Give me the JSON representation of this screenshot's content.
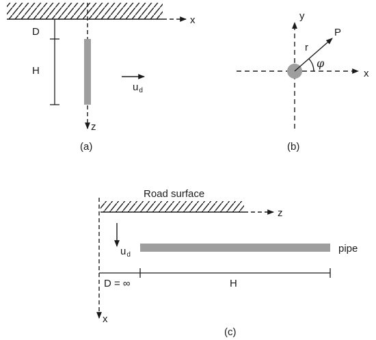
{
  "panel_a": {
    "caption": "(a)",
    "axis_x": "x",
    "axis_z": "z",
    "dim_D": "D",
    "dim_H": "H",
    "disp_u": "u",
    "disp_sub": "d"
  },
  "panel_b": {
    "caption": "(b)",
    "axis_x": "x",
    "axis_y": "y",
    "point": "P",
    "radius": "r",
    "angle": "φ"
  },
  "panel_c": {
    "caption": "(c)",
    "road_label": "Road surface",
    "axis_z": "z",
    "axis_x": "x",
    "disp_u": "u",
    "disp_sub": "d",
    "pipe_label": "pipe",
    "dim_D": "D = ∞",
    "dim_H": "H"
  },
  "colors": {
    "line": "#1a1a1a",
    "pipe_fill": "#9e9e9e"
  }
}
